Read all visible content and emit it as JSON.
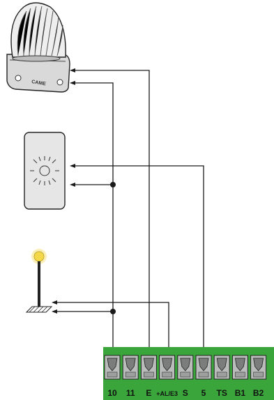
{
  "colors": {
    "board_green": "#3aa53a",
    "terminal_grey": "#b9bcbb",
    "terminal_dark": "#7a7d7c",
    "wire": "#1a1a1a",
    "lamp_glow": "#f5e27a",
    "device_fill": "#e6e6e6"
  },
  "devices": [
    {
      "name": "flashing-light",
      "icon": "flashing-lamp-icon",
      "logo_text": "CAME"
    },
    {
      "name": "key-selector-light",
      "icon": "cycle-light-icon"
    },
    {
      "name": "garden-lamp",
      "icon": "garden-lamp-icon"
    }
  ],
  "terminals": [
    {
      "label": "10"
    },
    {
      "label": "11"
    },
    {
      "label": "E"
    },
    {
      "label": "+AL/E3"
    },
    {
      "label": "S"
    },
    {
      "label": "5"
    },
    {
      "label": "TS"
    },
    {
      "label": "B1"
    },
    {
      "label": "B2"
    }
  ]
}
